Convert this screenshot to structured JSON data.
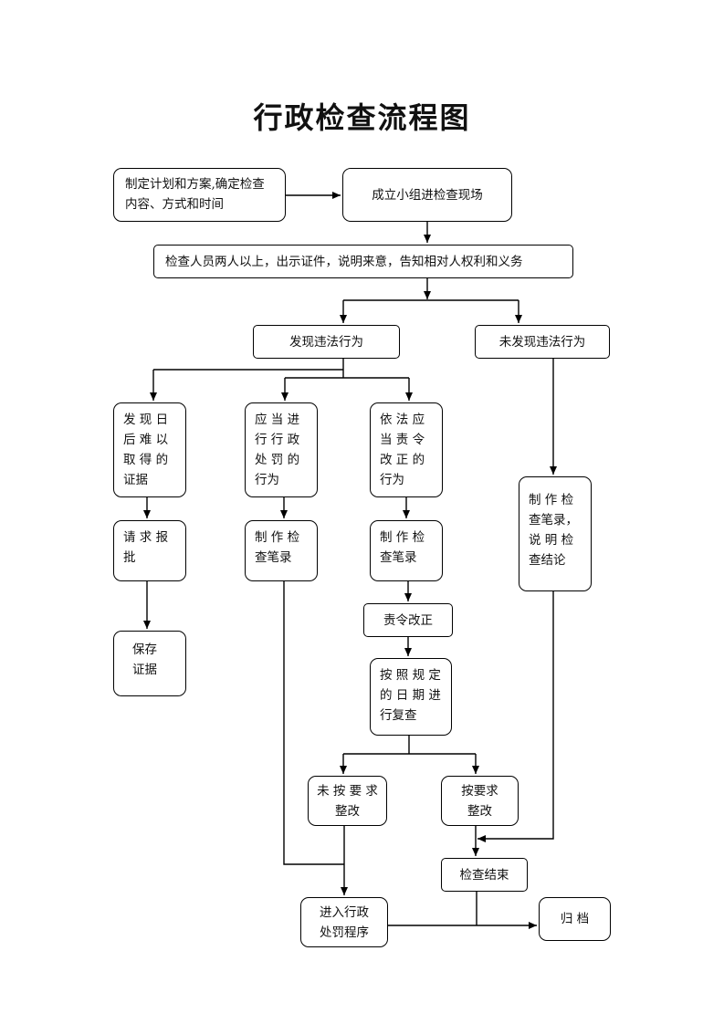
{
  "title": "行政检查流程图",
  "nodes": {
    "plan": "制定计划和方案,确定检查\n内容、方式和时间",
    "team": "成立小组进检查现场",
    "inspect": "检查人员两人以上，出示证件，说明来意，告知相对人权利和义务",
    "found": "发现违法行为",
    "not_found": "未发现违法行为",
    "hard_evidence": "发 现 日\n后 难 以\n取 得 的\n证据",
    "punish": "应 当 进\n行 行 政\n处 罚 的\n行为",
    "correct": "依 法 应\n当 责 令\n改 正 的\n行为",
    "report": "请 求 报\n批",
    "record1": "制 作 检\n查笔录",
    "record2": "制 作 检\n查笔录",
    "record3": "制 作 检\n查笔录，\n说 明 检\n查结论",
    "keep": "保存\n证据",
    "order": "责令改正",
    "recheck": "按 照 规 定\n的 日 期 进\n行复查",
    "not_meet": "未 按 要 求\n整改",
    "meet": "按要求\n整改",
    "end": "检查结束",
    "penalty": "进入行政\n处罚程序",
    "archive": "归  档"
  },
  "links": [
    [
      "plan",
      "team"
    ],
    [
      "team",
      "inspect"
    ],
    [
      "inspect",
      "found"
    ],
    [
      "inspect",
      "not_found"
    ],
    [
      "found",
      "hard_evidence"
    ],
    [
      "found",
      "punish"
    ],
    [
      "found",
      "correct"
    ],
    [
      "hard_evidence",
      "report"
    ],
    [
      "report",
      "keep"
    ],
    [
      "punish",
      "record1"
    ],
    [
      "correct",
      "record2"
    ],
    [
      "record2",
      "order"
    ],
    [
      "order",
      "recheck"
    ],
    [
      "recheck",
      "not_meet"
    ],
    [
      "recheck",
      "meet"
    ],
    [
      "not_found",
      "record3"
    ],
    [
      "record3",
      "end"
    ],
    [
      "meet",
      "end"
    ],
    [
      "record1",
      "penalty"
    ],
    [
      "not_meet",
      "penalty"
    ],
    [
      "end",
      "archive"
    ],
    [
      "penalty",
      "archive"
    ]
  ]
}
